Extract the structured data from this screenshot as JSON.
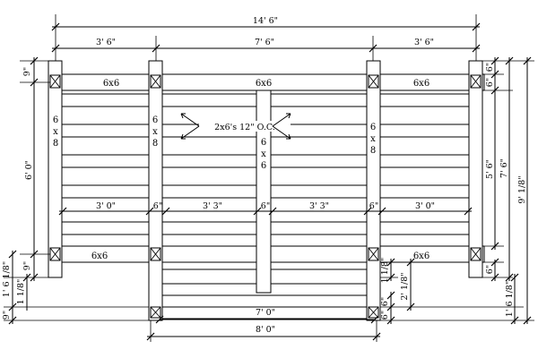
{
  "drawing": {
    "overall_width": "14' 6\"",
    "top_dims": [
      "3' 6\"",
      "7' 6\"",
      "3' 6\""
    ],
    "inner_dims": [
      "3' 0\"",
      "6\"",
      "3' 3\"",
      "6\"",
      "3' 3\"",
      "6\"",
      "3' 0\""
    ],
    "bottom_dims": [
      "7' 0\"",
      "8' 0\""
    ],
    "left_dims": [
      "9\"",
      "6' 0\"",
      "9\"",
      "1' 6 1/8\"",
      "1 1/8\"",
      "9\""
    ],
    "right_dims": [
      "6\"",
      "6\"",
      "5' 6\"",
      "7' 6\"",
      "9' 1/8\"",
      "6\"",
      "1' 6 1/8\""
    ],
    "lower_dims": [
      "1 1/8\"",
      "2' 1/8\"",
      "6\"",
      "6\""
    ],
    "beam_labels": [
      "6x6",
      "6x6",
      "6x6",
      "6x6",
      "6x6"
    ],
    "vertical_labels": [
      {
        "name": "left-6x8",
        "chars": [
          "6",
          "x",
          "8"
        ]
      },
      {
        "name": "inner-left-6x8",
        "chars": [
          "6",
          "x",
          "8"
        ]
      },
      {
        "name": "center-6x6",
        "chars": [
          "6",
          "x",
          "6"
        ]
      },
      {
        "name": "inner-right-6x8",
        "chars": [
          "6",
          "x",
          "8"
        ]
      }
    ],
    "joist_note": "2x6's 12\" O.C."
  }
}
